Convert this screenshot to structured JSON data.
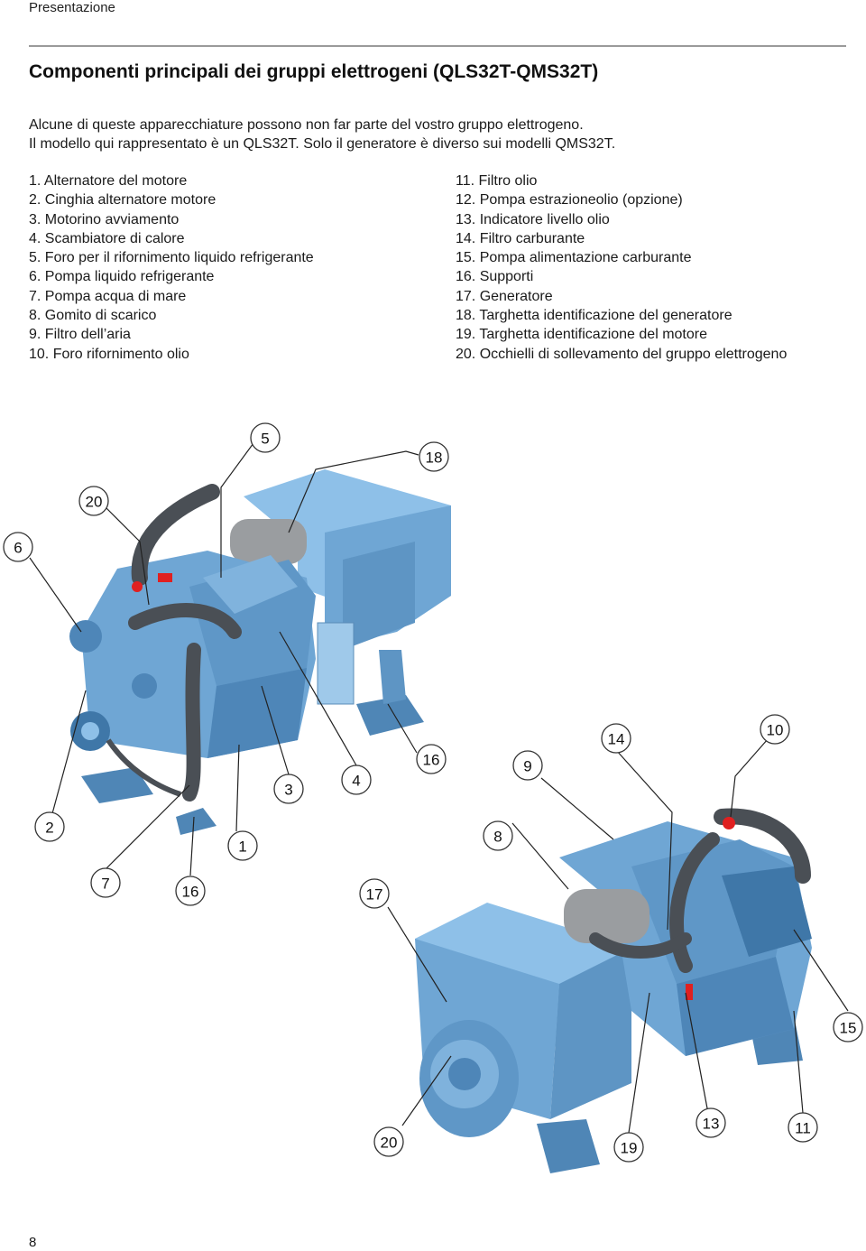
{
  "header": {
    "section": "Presentazione"
  },
  "title": "Componenti principali dei gruppi elettrogeni (QLS32T-QMS32T)",
  "intro": {
    "line1": "Alcune di queste apparecchiature possono non far parte del vostro gruppo elettrogeno.",
    "line2": "Il modello qui rappresentato è un QLS32T. Solo il generatore è diverso sui modelli QMS32T."
  },
  "components_left": [
    "1. Alternatore del motore",
    "2. Cinghia alternatore motore",
    "3. Motorino avviamento",
    "4. Scambiatore di calore",
    "5. Foro per il rifornimento liquido refrigerante",
    "6. Pompa liquido refrigerante",
    "7. Pompa acqua di mare",
    "8. Gomito di scarico",
    "9. Filtro dell’aria",
    "10. Foro rifornimento olio"
  ],
  "components_right": [
    "11. Filtro olio",
    "12. Pompa estrazioneolio (opzione)",
    "13. Indicatore livello olio",
    "14. Filtro carburante",
    "15. Pompa alimentazione carburante",
    "16. Supporti",
    "17. Generatore",
    "18. Targhetta identificazione del generatore",
    "19. Targhetta identificazione del motore",
    "20. Occhielli di sollevamento del gruppo elettrogeno"
  ],
  "figure": {
    "callouts_top": [
      "5",
      "18",
      "20",
      "6",
      "3",
      "4",
      "16",
      "2",
      "1",
      "7",
      "16"
    ],
    "callouts_bottom": [
      "14",
      "10",
      "9",
      "8",
      "17",
      "15",
      "20",
      "19",
      "13",
      "11"
    ]
  },
  "colors": {
    "engine_blue": "#6fa6d4",
    "engine_dark": "#3f77a8",
    "hose": "#4a4f55",
    "red_cap": "#e02020"
  },
  "page_number": "8"
}
